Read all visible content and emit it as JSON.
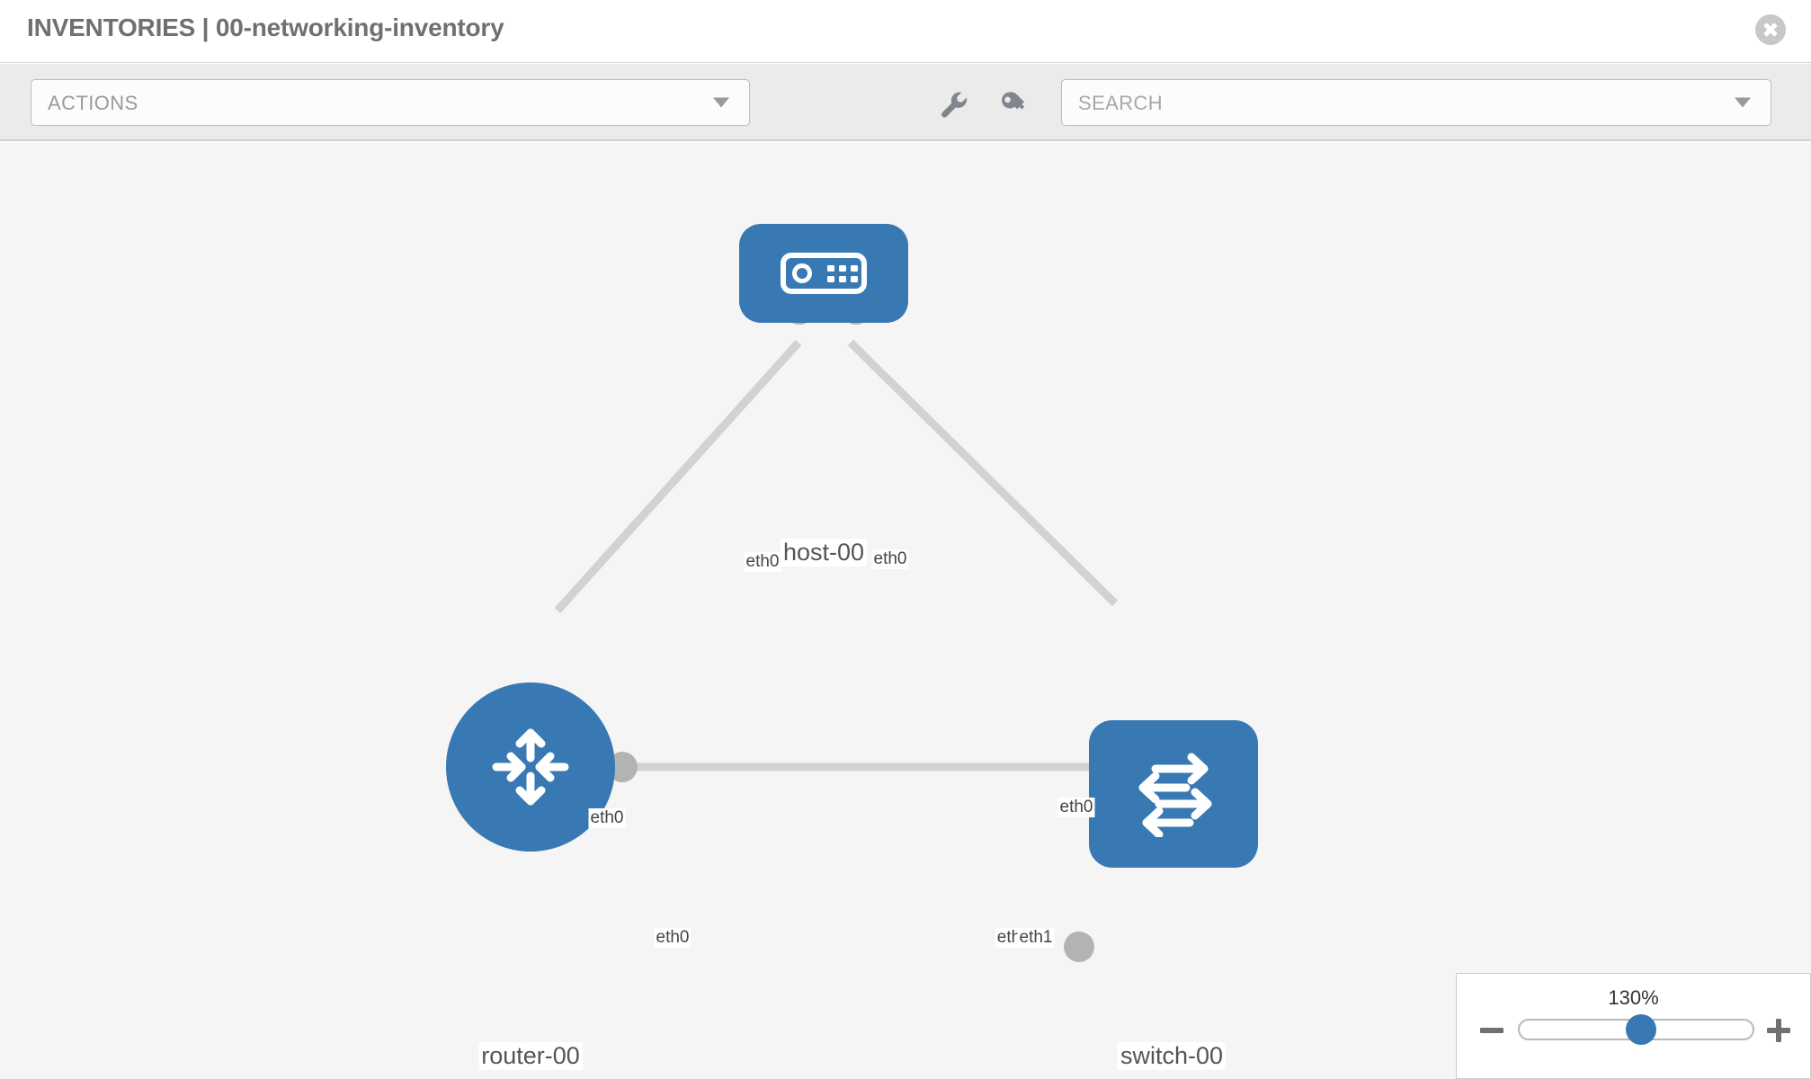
{
  "header": {
    "title": "INVENTORIES | 00-networking-inventory",
    "close_icon": "close-circle-icon"
  },
  "toolbar": {
    "actions_label": "ACTIONS",
    "actions_caret_icon": "chevron-down-icon",
    "wrench_icon": "wrench-icon",
    "key_icon": "key-icon",
    "search_placeholder": "SEARCH",
    "search_caret_icon": "chevron-down-icon"
  },
  "topology": {
    "nodes": [
      {
        "id": "host-00",
        "label": "host-00",
        "icon": "server-icon",
        "type": "host"
      },
      {
        "id": "router-00",
        "label": "router-00",
        "icon": "router-icon",
        "type": "router"
      },
      {
        "id": "switch-00",
        "label": "switch-00",
        "icon": "switch-icon",
        "type": "switch"
      }
    ],
    "links": [
      {
        "from": "host-00",
        "to": "router-00",
        "from_port": "eth0",
        "to_port": "eth0"
      },
      {
        "from": "host-00",
        "to": "switch-00",
        "from_port": "eth0",
        "to_port": "eth0"
      },
      {
        "from": "router-00",
        "to": "switch-00",
        "from_port": "eth0",
        "to_port": "eth1"
      }
    ],
    "port_labels": {
      "host_left": "eth0",
      "host_right": "eth0",
      "router_up": "eth0",
      "switch_up": "eth0",
      "router_right": "eth0",
      "switch_left_a": "eth",
      "switch_left_b": "eth1"
    },
    "colors": {
      "node_blue": "#3879b4",
      "link_gray": "#d2d2d2",
      "connector_gray": "#b3b3b3",
      "canvas_bg": "#f5f5f5"
    }
  },
  "zoom_control": {
    "value_label": "130%",
    "minus_icon": "minus-icon",
    "plus_icon": "plus-icon",
    "slider_percent": 52
  }
}
